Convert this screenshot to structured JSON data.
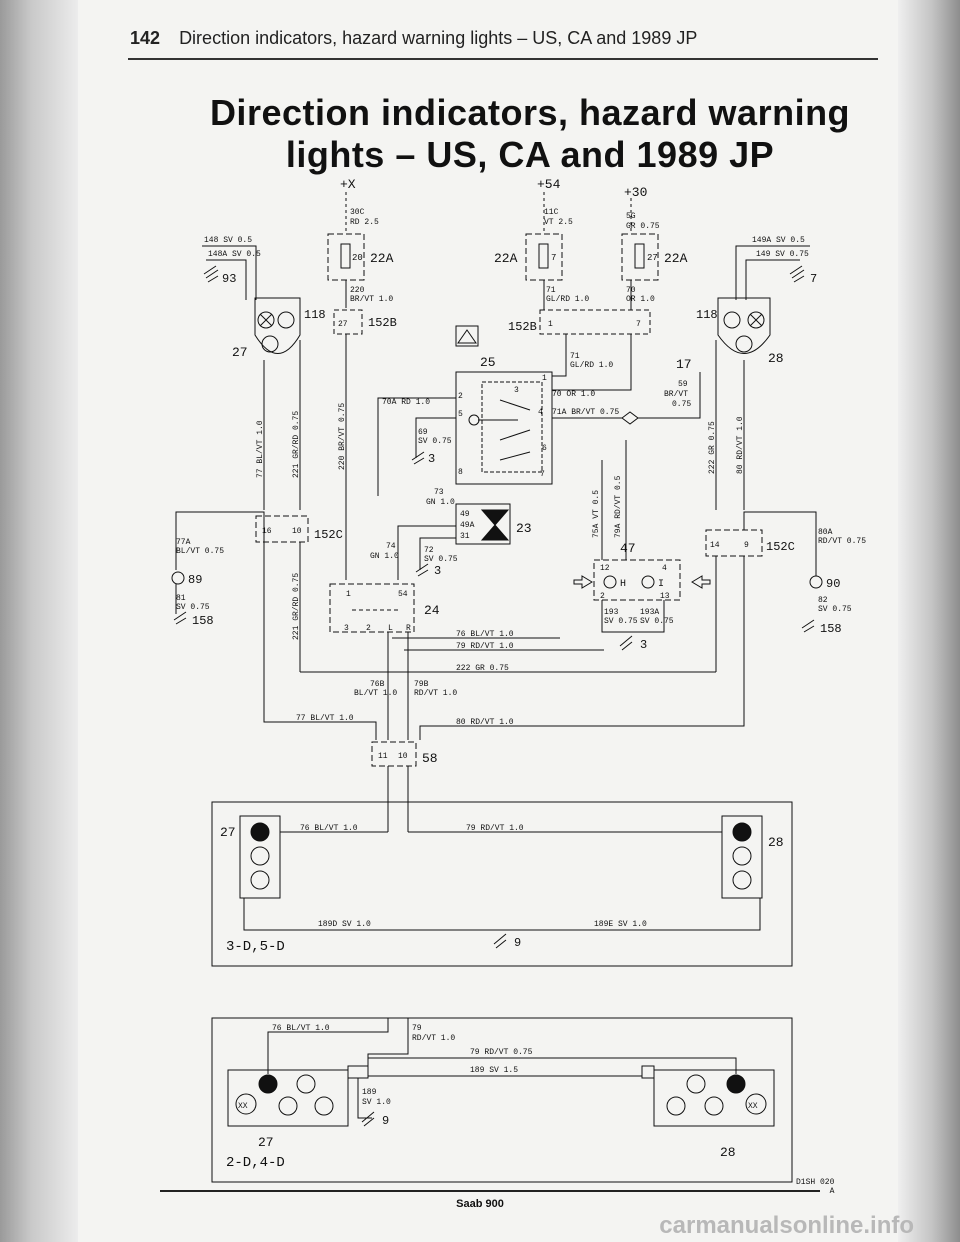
{
  "header": {
    "page_number": "142",
    "running_title": "Direction indicators, hazard warning lights – US, CA and 1989 JP"
  },
  "title": "Direction indicators, hazard warning lights – US, CA and 1989 JP",
  "rails": {
    "x": "+X",
    "r54": "+54",
    "r30": "+30"
  },
  "fuses": {
    "f20": "20",
    "f7": "7",
    "f27": "27",
    "lbl22A": "22A"
  },
  "wires": {
    "w30c": "30C",
    "w30c_s": "RD 2.5",
    "w11c": "11C",
    "w11c_s": "VT 2.5",
    "w5g": "5G",
    "w5g_s": "GR 0.75",
    "w220": "220",
    "w220_s": "BR/VT 1.0",
    "w71": "71",
    "w71_s": "GL/RD 1.0",
    "w70": "70",
    "w70_s": "OR 1.0",
    "w148": "148 SV 0.5",
    "w148a": "148A SV 0.5",
    "w149a": "149A SV 0.5",
    "w149": "149 SV 0.75",
    "w71b": "71",
    "w71b_s": "GL/RD 1.0",
    "w59": "59",
    "w59_s": "BR/VT",
    "w59_s2": "0.75",
    "w70a": "70A RD 1.0",
    "w70b": "70 OR 1.0",
    "w71a": "71A BR/VT 0.75",
    "w69": "69",
    "w69_s": "SV 0.75",
    "w73": "73",
    "w73_s": "GN 1.0",
    "w77": "77 BL/VT 1.0",
    "w221": "221 GR/RD 0.75",
    "w220v": "220 BR/VT 0.75",
    "w222": "222 GR 0.75",
    "w80": "80 RD/VT 1.0",
    "w77a": "77A",
    "w77a_s": "BL/VT 0.75",
    "w81": "81",
    "w81_s": "SV 0.75",
    "w80a": "80A",
    "w80a_s": "RD/VT 0.75",
    "w82": "82",
    "w82_s": "SV 0.75",
    "w74": "74",
    "w74_s": "GN 1.0",
    "w72": "72",
    "w72_s": "SV 0.75",
    "w75a": "75A VT 0.5",
    "w79a": "79A RD/VT 0.5",
    "w193": "193",
    "w193_s": "SV 0.75",
    "w193a": "193A",
    "w193a_s": "SV 0.75",
    "w76": "76 BL/VT 1.0",
    "w79": "79 RD/VT 1.0",
    "w222b": "222 GR 0.75",
    "w76b": "76B",
    "w76b_s": "BL/VT 1.0",
    "w79b": "79B",
    "w79b_s": "RD/VT 1.0",
    "w77b": "77 BL/VT 1.0",
    "w80b": "80 RD/VT 1.0",
    "w76c": "76 BL/VT 1.0",
    "w79c": "79 RD/VT 1.0",
    "w189d": "189D SV 1.0",
    "w189e": "189E SV 1.0",
    "w76d": "76 BL/VT 1.0",
    "w79d": "79",
    "w79d_s": "RD/VT 1.0",
    "w79e": "79 RD/VT 0.75",
    "w189": "189 SV 1.5",
    "w189b": "189",
    "w189b_s": "SV 1.0"
  },
  "components": {
    "c93": "93",
    "c118": "118",
    "c27": "27",
    "c152b": "152B",
    "c25": "25",
    "c17": "17",
    "c28": "28",
    "c7": "7",
    "c3": "3",
    "c23": "23",
    "c152c": "152C",
    "c89": "89",
    "c158": "158",
    "c90": "90",
    "c47": "47",
    "c24": "24",
    "c58": "58",
    "c9": "9"
  },
  "pins": {
    "p16": "16",
    "p10": "10",
    "p14": "14",
    "p9": "9",
    "p11": "11",
    "p10b": "10",
    "p49": "49",
    "p49a": "49A",
    "p31": "31",
    "p54": "54",
    "p1": "1",
    "p2": "2",
    "p3": "3",
    "p4": "4",
    "p5": "5",
    "p6": "6",
    "p7": "7",
    "p8": "8",
    "p12": "12",
    "p13": "13",
    "pH": "H",
    "pI": "I",
    "pL": "L",
    "pR": "R",
    "p27b": "27"
  },
  "variants": {
    "v1": "3-D,5-D",
    "v2": "2-D,4-D"
  },
  "lamp_marks": {
    "xx": "XX"
  },
  "footer": {
    "brand": "Saab 900",
    "code": "D1SH 020",
    "code2": "A",
    "watermark": "carmanualsonline.info"
  }
}
